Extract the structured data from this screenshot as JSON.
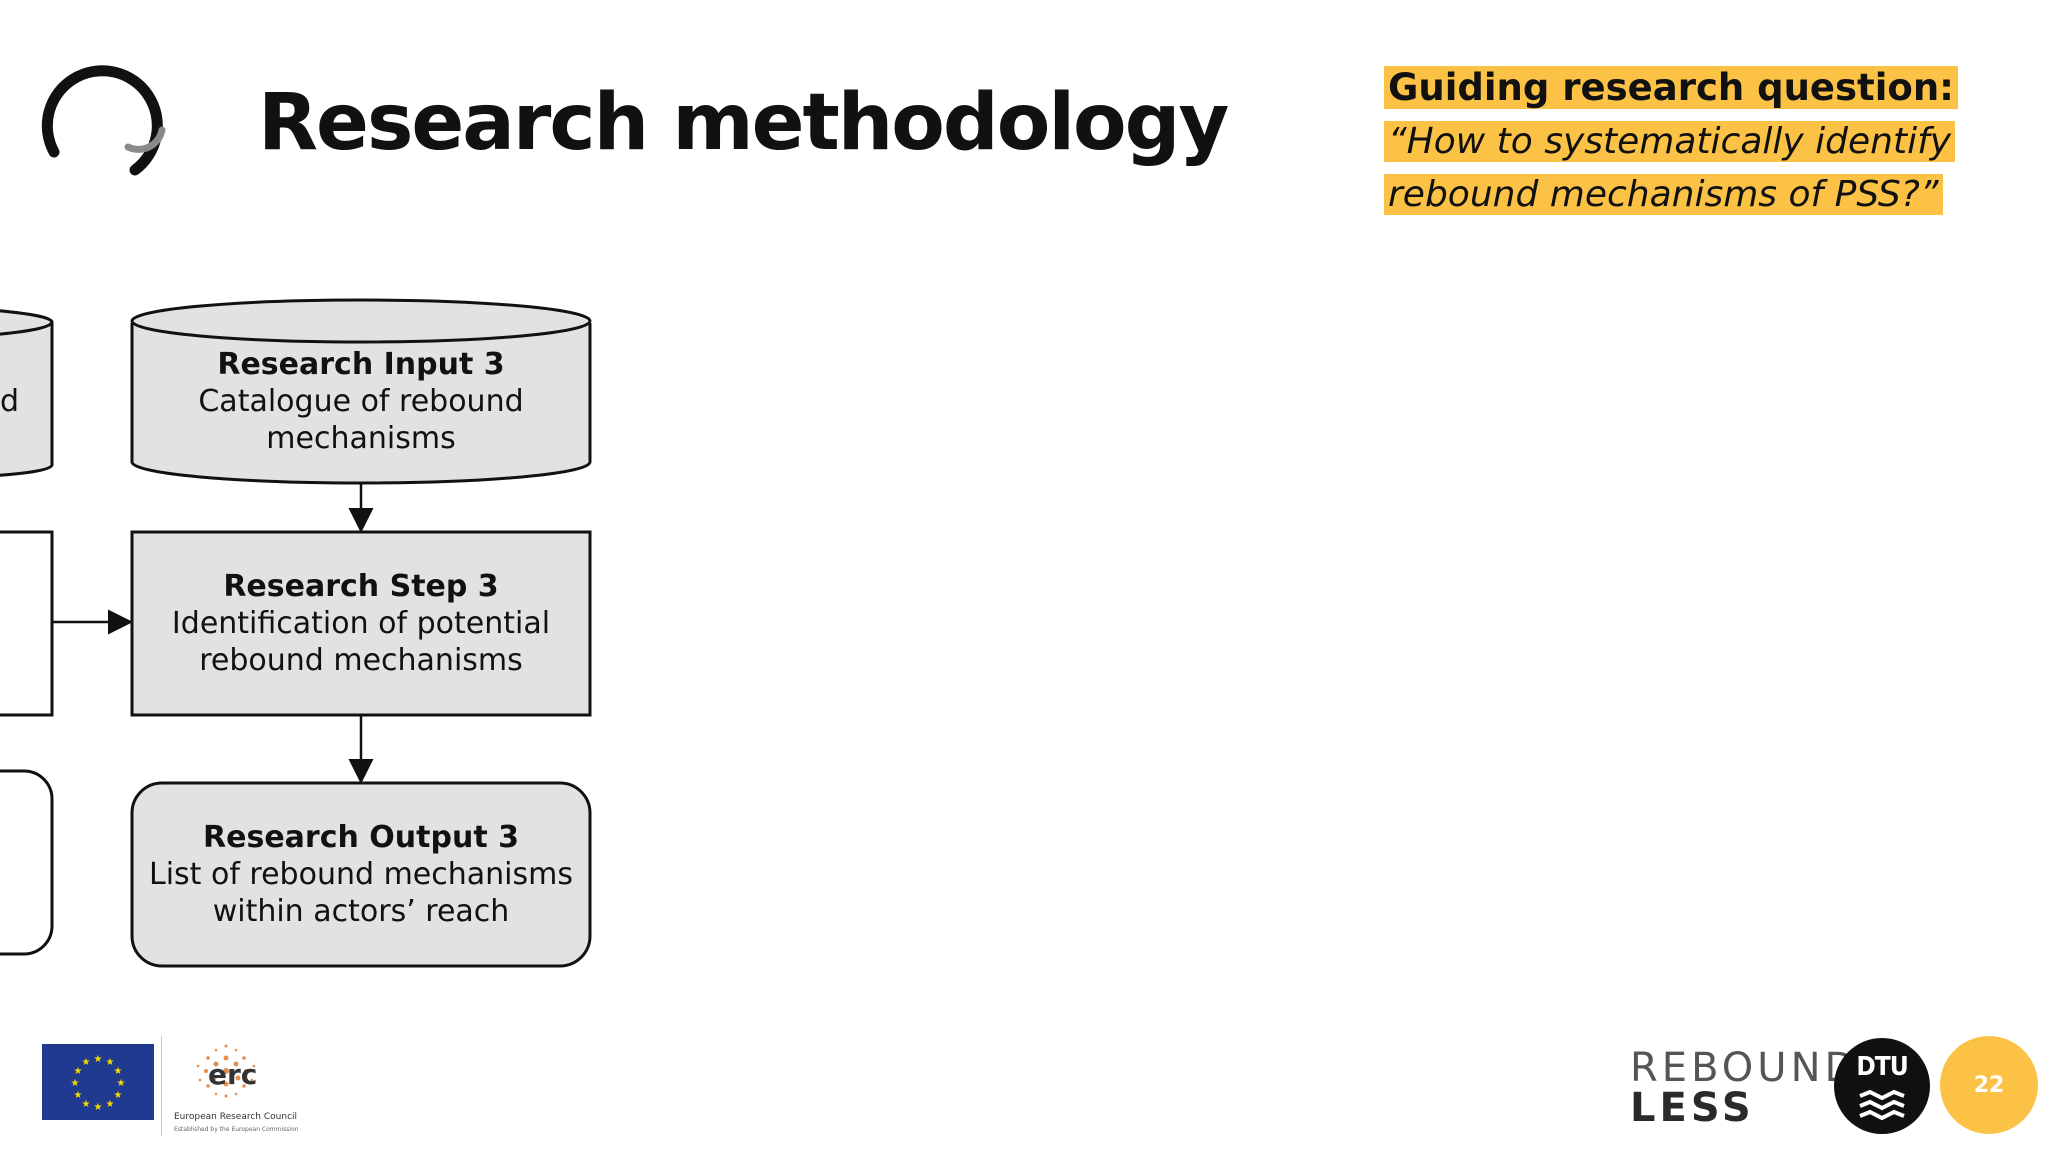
{
  "slide": {
    "title": "Research methodology",
    "page_number": "22"
  },
  "question": {
    "heading": "Guiding research question:",
    "line1": "“How to systematically identify",
    "line2": "rebound mechanisms of PSS?”"
  },
  "diagram": {
    "input": {
      "heading": "Research Input 3",
      "line1": "Catalogue of rebound",
      "line2": "mechanisms"
    },
    "step": {
      "heading": "Research Step 3",
      "line1": "Identification of potential",
      "line2": "rebound mechanisms"
    },
    "output": {
      "heading": "Research Output 3",
      "line1": "List of rebound mechanisms",
      "line2": "within actors’ reach"
    },
    "cut_off_text": "d"
  },
  "footer": {
    "erc_mark": "erc",
    "erc_name": "European Research Council",
    "erc_sub": "Established by the European Commission",
    "rebound_line1": "REBOUND",
    "rebound_line2": "LESS",
    "dtu": "DTU"
  },
  "colors": {
    "accent": "#fbc246",
    "node_fill": "#e2e2e2",
    "eu_blue": "#1f3a8f"
  }
}
